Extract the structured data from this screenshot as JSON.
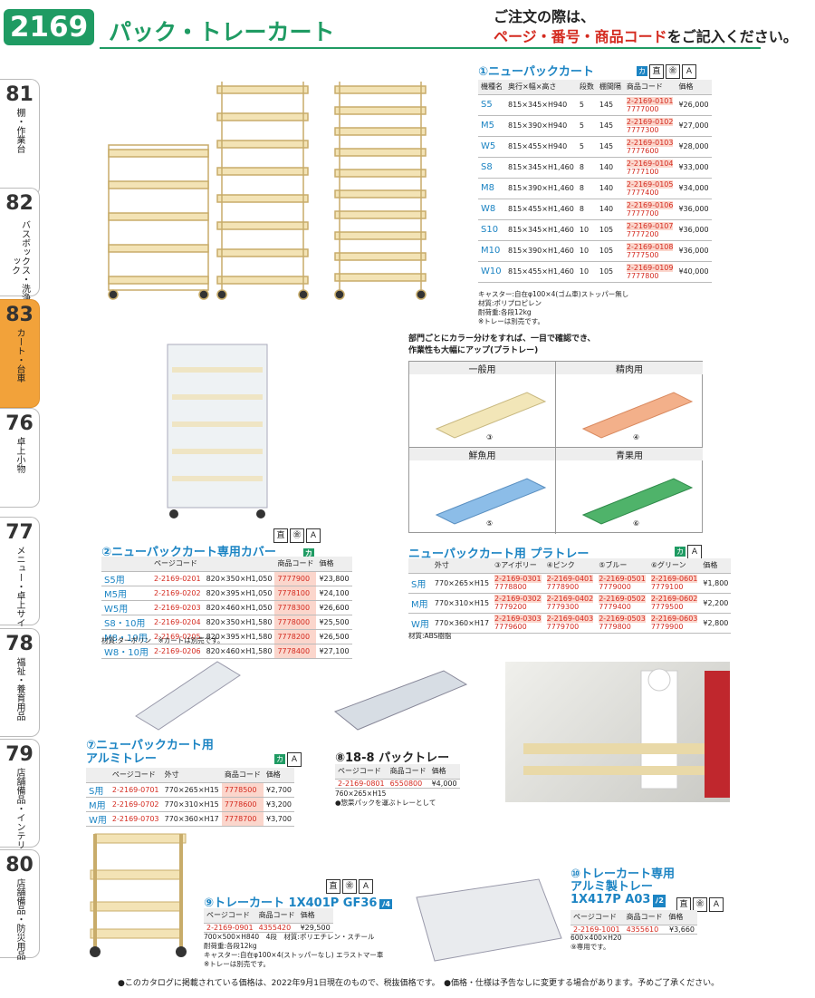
{
  "header": {
    "page_number": "2169",
    "title": "パック・トレーカート",
    "note_line1": "ご注文の際は、",
    "note_red": "ページ・番号・商品コード",
    "note_line2": "をご記入ください。"
  },
  "tabs": [
    {
      "num": "81",
      "label": "棚・作業台"
    },
    {
      "num": "82",
      "label": "バスボックス・洗浄ラック"
    },
    {
      "num": "83",
      "label": "カート・台車"
    },
    {
      "num": "76",
      "label": "卓上小物"
    },
    {
      "num": "77",
      "label": "メニュー・卓上サイン"
    },
    {
      "num": "78",
      "label": "福祉・養育用品"
    },
    {
      "num": "79",
      "label": "店舗備品・インテリア"
    },
    {
      "num": "80",
      "label": "店舗備品・防災用品"
    }
  ],
  "s1": {
    "title": "①ニューパックカート",
    "headers": [
      "機種名",
      "奥行×幅×高さ",
      "段数",
      "棚間隔",
      "商品コード",
      "価格"
    ],
    "rows": [
      [
        "S5",
        "815×345×H940",
        "5",
        "145",
        "2-2169-0101",
        "7777000",
        "¥26,000"
      ],
      [
        "M5",
        "815×390×H940",
        "5",
        "145",
        "2-2169-0102",
        "7777300",
        "¥27,000"
      ],
      [
        "W5",
        "815×455×H940",
        "5",
        "145",
        "2-2169-0103",
        "7777600",
        "¥28,000"
      ],
      [
        "S8",
        "815×345×H1,460",
        "8",
        "140",
        "2-2169-0104",
        "7777100",
        "¥33,000"
      ],
      [
        "M8",
        "815×390×H1,460",
        "8",
        "140",
        "2-2169-0105",
        "7777400",
        "¥34,000"
      ],
      [
        "W8",
        "815×455×H1,460",
        "8",
        "140",
        "2-2169-0106",
        "7777700",
        "¥36,000"
      ],
      [
        "S10",
        "815×345×H1,460",
        "10",
        "105",
        "2-2169-0107",
        "7777200",
        "¥36,000"
      ],
      [
        "M10",
        "815×390×H1,460",
        "10",
        "105",
        "2-2169-0108",
        "7777500",
        "¥36,000"
      ],
      [
        "W10",
        "815×455×H1,460",
        "10",
        "105",
        "2-2169-0109",
        "7777800",
        "¥40,000"
      ]
    ],
    "notes": [
      "キャスター:自在φ100×4(ゴム車)ストッパー無し",
      "材質:ポリプロピレン",
      "耐荷重:各段12kg",
      "※トレーは別売です。"
    ]
  },
  "tray_intro": {
    "line1": "部門ごとにカラー分けをすれば、一目で確認でき、",
    "line2": "作業性も大幅にアップ(プラトレー)",
    "cells": [
      {
        "label": "一般用",
        "num": "③"
      },
      {
        "label": "精肉用",
        "num": "④"
      },
      {
        "label": "鮮魚用",
        "num": "⑤"
      },
      {
        "label": "青果用",
        "num": "⑥"
      }
    ]
  },
  "s2": {
    "title": "②ニューパックカート専用カバー",
    "headers": [
      "ページコード",
      "商品コード",
      "価格"
    ],
    "rows": [
      [
        "S5用",
        "2-2169-0201",
        "820×350×H1,050",
        "7777900",
        "¥23,800"
      ],
      [
        "M5用",
        "2-2169-0202",
        "820×395×H1,050",
        "7778100",
        "¥24,100"
      ],
      [
        "W5用",
        "2-2169-0203",
        "820×460×H1,050",
        "7778300",
        "¥26,600"
      ],
      [
        "S8・10用",
        "2-2169-0204",
        "820×350×H1,580",
        "7778000",
        "¥25,500"
      ],
      [
        "M8・10用",
        "2-2169-0205",
        "820×395×H1,580",
        "7778200",
        "¥26,500"
      ],
      [
        "W8・10用",
        "2-2169-0206",
        "820×460×H1,580",
        "7778400",
        "¥27,100"
      ]
    ],
    "note": "材質:ターポリン　※カートは別売です。"
  },
  "s3": {
    "title": "ニューパックカート用 プラトレー",
    "headers": [
      "外寸",
      "③アイボリー",
      "④ピンク",
      "⑤ブルー",
      "⑥グリーン",
      "価格"
    ],
    "rows": [
      [
        "S用",
        "770×265×H15",
        "2-2169-0301",
        "7778800",
        "2-2169-0401",
        "7778900",
        "2-2169-0501",
        "7779000",
        "2-2169-0601",
        "7779100",
        "¥1,800"
      ],
      [
        "M用",
        "770×310×H15",
        "2-2169-0302",
        "7779200",
        "2-2169-0402",
        "7779300",
        "2-2169-0502",
        "7779400",
        "2-2169-0602",
        "7779500",
        "¥2,200"
      ],
      [
        "W用",
        "770×360×H17",
        "2-2169-0303",
        "7779600",
        "2-2169-0403",
        "7779700",
        "2-2169-0503",
        "7779800",
        "2-2169-0603",
        "7779900",
        "¥2,800"
      ]
    ],
    "note": "材質:ABS樹脂"
  },
  "s7": {
    "title1": "⑦ニューパックカート用",
    "title2": "アルミトレー",
    "headers": [
      "ページコード",
      "外寸",
      "商品コード",
      "価格"
    ],
    "rows": [
      [
        "S用",
        "2-2169-0701",
        "770×265×H15",
        "7778500",
        "¥2,700"
      ],
      [
        "M用",
        "2-2169-0702",
        "770×310×H15",
        "7778600",
        "¥3,200"
      ],
      [
        "W用",
        "2-2169-0703",
        "770×360×H17",
        "7778700",
        "¥3,700"
      ]
    ]
  },
  "s8": {
    "title": "⑧18-8 パックトレー",
    "headers": [
      "ページコード",
      "商品コード",
      "価格"
    ],
    "row": [
      "2-2169-0801",
      "6550800",
      "¥4,000"
    ],
    "notes": [
      "760×265×H15",
      "●惣菜パックを運ぶトレーとして"
    ]
  },
  "s9": {
    "title": "⑨トレーカート 1X401P GF36",
    "headers": [
      "ページコード",
      "商品コード",
      "価格"
    ],
    "row": [
      "2-2169-0901",
      "4355420",
      "¥29,500"
    ],
    "notes": [
      "700×500×H840　4段　材質:ポリエチレン・スチール",
      "耐荷重:各段12kg",
      "キャスター:自在φ100×4(ストッパーなし) エラストマー車",
      "※トレーは別売です。"
    ]
  },
  "s10": {
    "title1": "⑩トレーカート専用",
    "title2": "アルミ製トレー",
    "title3": "1X417P A03",
    "headers": [
      "ページコード",
      "商品コード",
      "価格"
    ],
    "row": [
      "2-2169-1001",
      "4355610",
      "¥3,660"
    ],
    "notes": [
      "600×400×H20",
      "⑨専用です。"
    ]
  },
  "footer": "●このカタログに掲載されている価格は、2022年9月1日現在のもので、税抜価格です。　●価格・仕様は予告なしに変更する場合があります。予めご了承ください。",
  "icons": {
    "ka": "カ",
    "choku": "直",
    "kan": "㊎",
    "a": "A"
  }
}
